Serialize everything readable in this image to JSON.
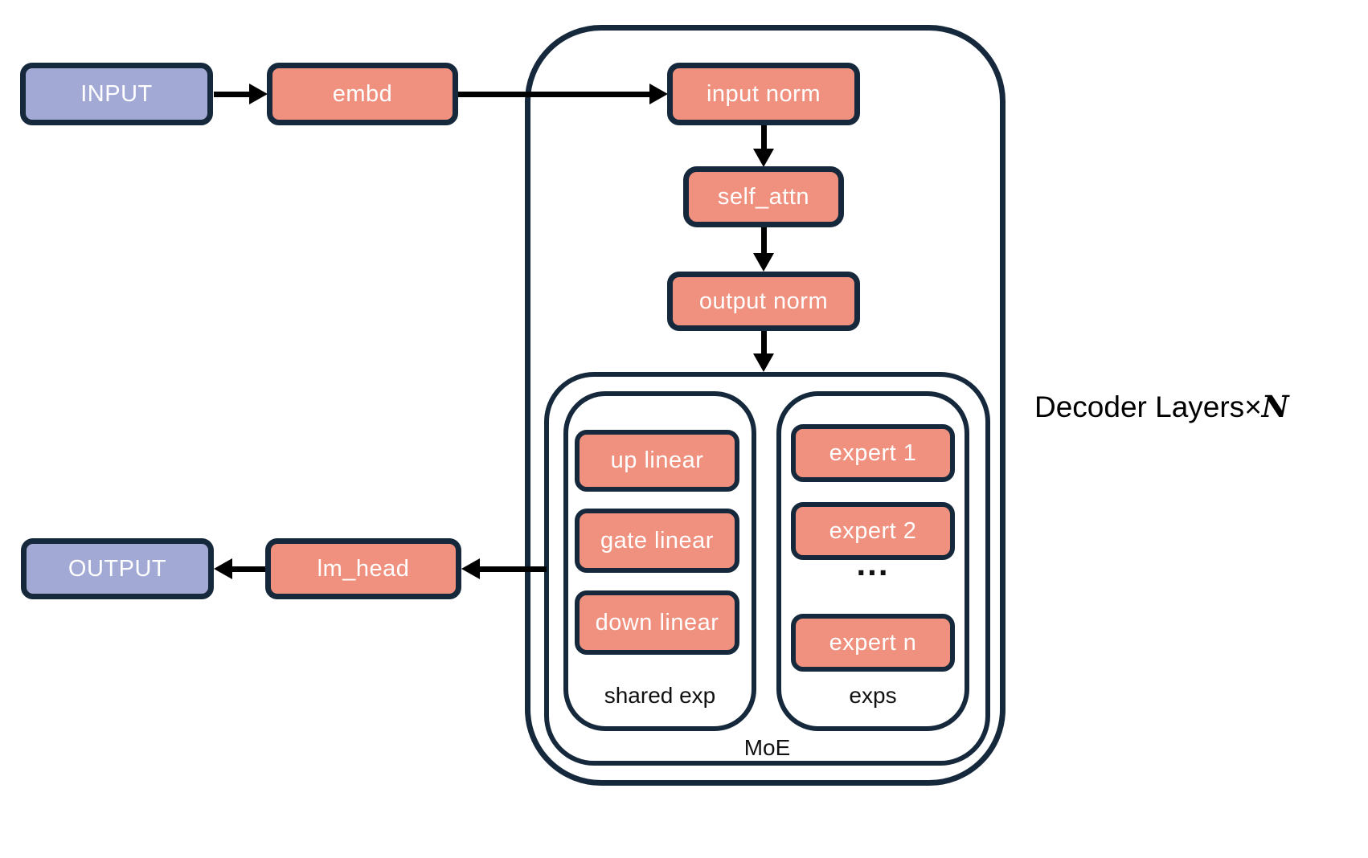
{
  "colors": {
    "module_fill": "#F0907E",
    "io_fill": "#A2A9D5",
    "outline": "#16293C",
    "arrow": "#000000",
    "text_on_box": "#FFFFFF",
    "label_text": "#111111"
  },
  "nodes": {
    "input": "INPUT",
    "embd": "embd",
    "input_norm": "input norm",
    "self_attn": "self_attn",
    "output_norm": "output norm",
    "lm_head": "lm_head",
    "output": "OUTPUT"
  },
  "decoder": {
    "label": {
      "prefix": "Decoder Layers",
      "times": "×",
      "n": "N"
    },
    "moe": {
      "label": "MoE",
      "shared_exp": {
        "label": "shared exp",
        "blocks": [
          "up linear",
          "gate linear",
          "down linear"
        ]
      },
      "exps": {
        "label": "exps",
        "experts": [
          "expert 1",
          "expert 2",
          "expert n"
        ],
        "ellipsis": "..."
      }
    }
  }
}
